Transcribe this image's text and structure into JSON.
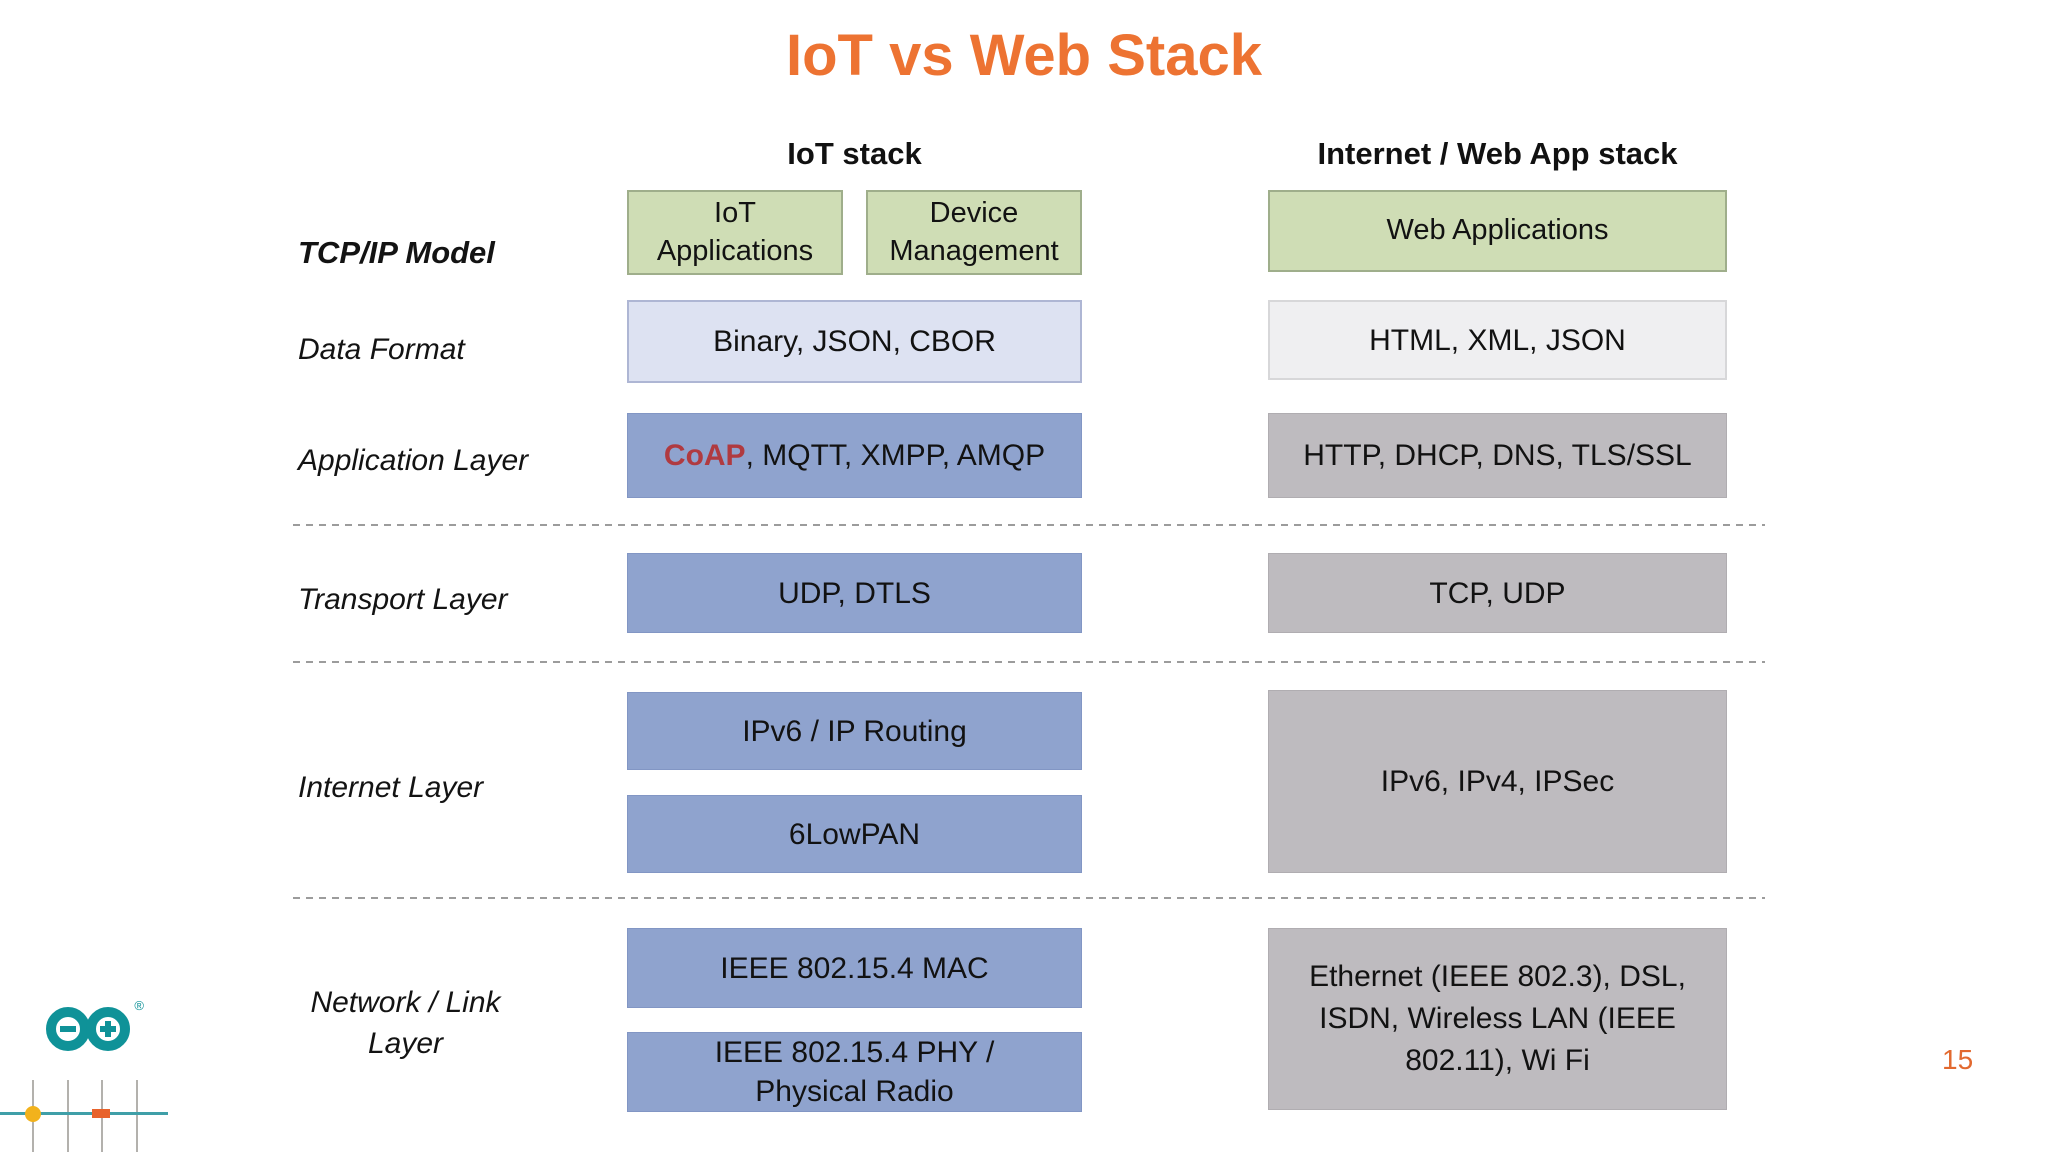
{
  "slide": {
    "title": "IoT vs Web Stack",
    "page_number": "15"
  },
  "headers": {
    "iot": "IoT stack",
    "web": "Internet / Web App stack"
  },
  "row_labels": {
    "tcpip": "TCP/IP Model",
    "data_format": "Data Format",
    "application": "Application Layer",
    "transport": "Transport Layer",
    "internet": "Internet Layer",
    "network_line1": "Network / Link",
    "network_line2": "Layer"
  },
  "iot_stack": {
    "applications": "IoT Applications",
    "device_mgmt": "Device Management",
    "data_format": "Binary, JSON, CBOR",
    "application_highlight": "CoAP",
    "application_rest": ", MQTT, XMPP, AMQP",
    "transport": "UDP, DTLS",
    "internet_routing": "IPv6 / IP Routing",
    "internet_6lowpan": "6LowPAN",
    "link_mac": "IEEE 802.15.4 MAC",
    "link_phy": "IEEE 802.15.4 PHY / Physical Radio"
  },
  "web_stack": {
    "applications": "Web Applications",
    "data_format": "HTML, XML, JSON",
    "application": "HTTP, DHCP, DNS, TLS/SSL",
    "transport": "TCP, UDP",
    "internet": "IPv6, IPv4, IPSec",
    "link": "Ethernet (IEEE 802.3), DSL, ISDN, Wireless LAN (IEEE 802.11), Wi Fi"
  },
  "branding": {
    "registered": "®"
  },
  "colors": {
    "title_orange": "#ED7332",
    "page_number_orange": "#E2692F",
    "box_green": "#CFDDB5",
    "box_light_blue": "#DDE2F2",
    "box_blue": "#8FA3CE",
    "box_light_gray": "#EFEFF1",
    "box_gray": "#BEBBBF",
    "coap_red": "#B03A40",
    "logo_teal": "#0F9298",
    "decoration_yellow": "#F2B21C",
    "decoration_orange": "#E8632C"
  }
}
